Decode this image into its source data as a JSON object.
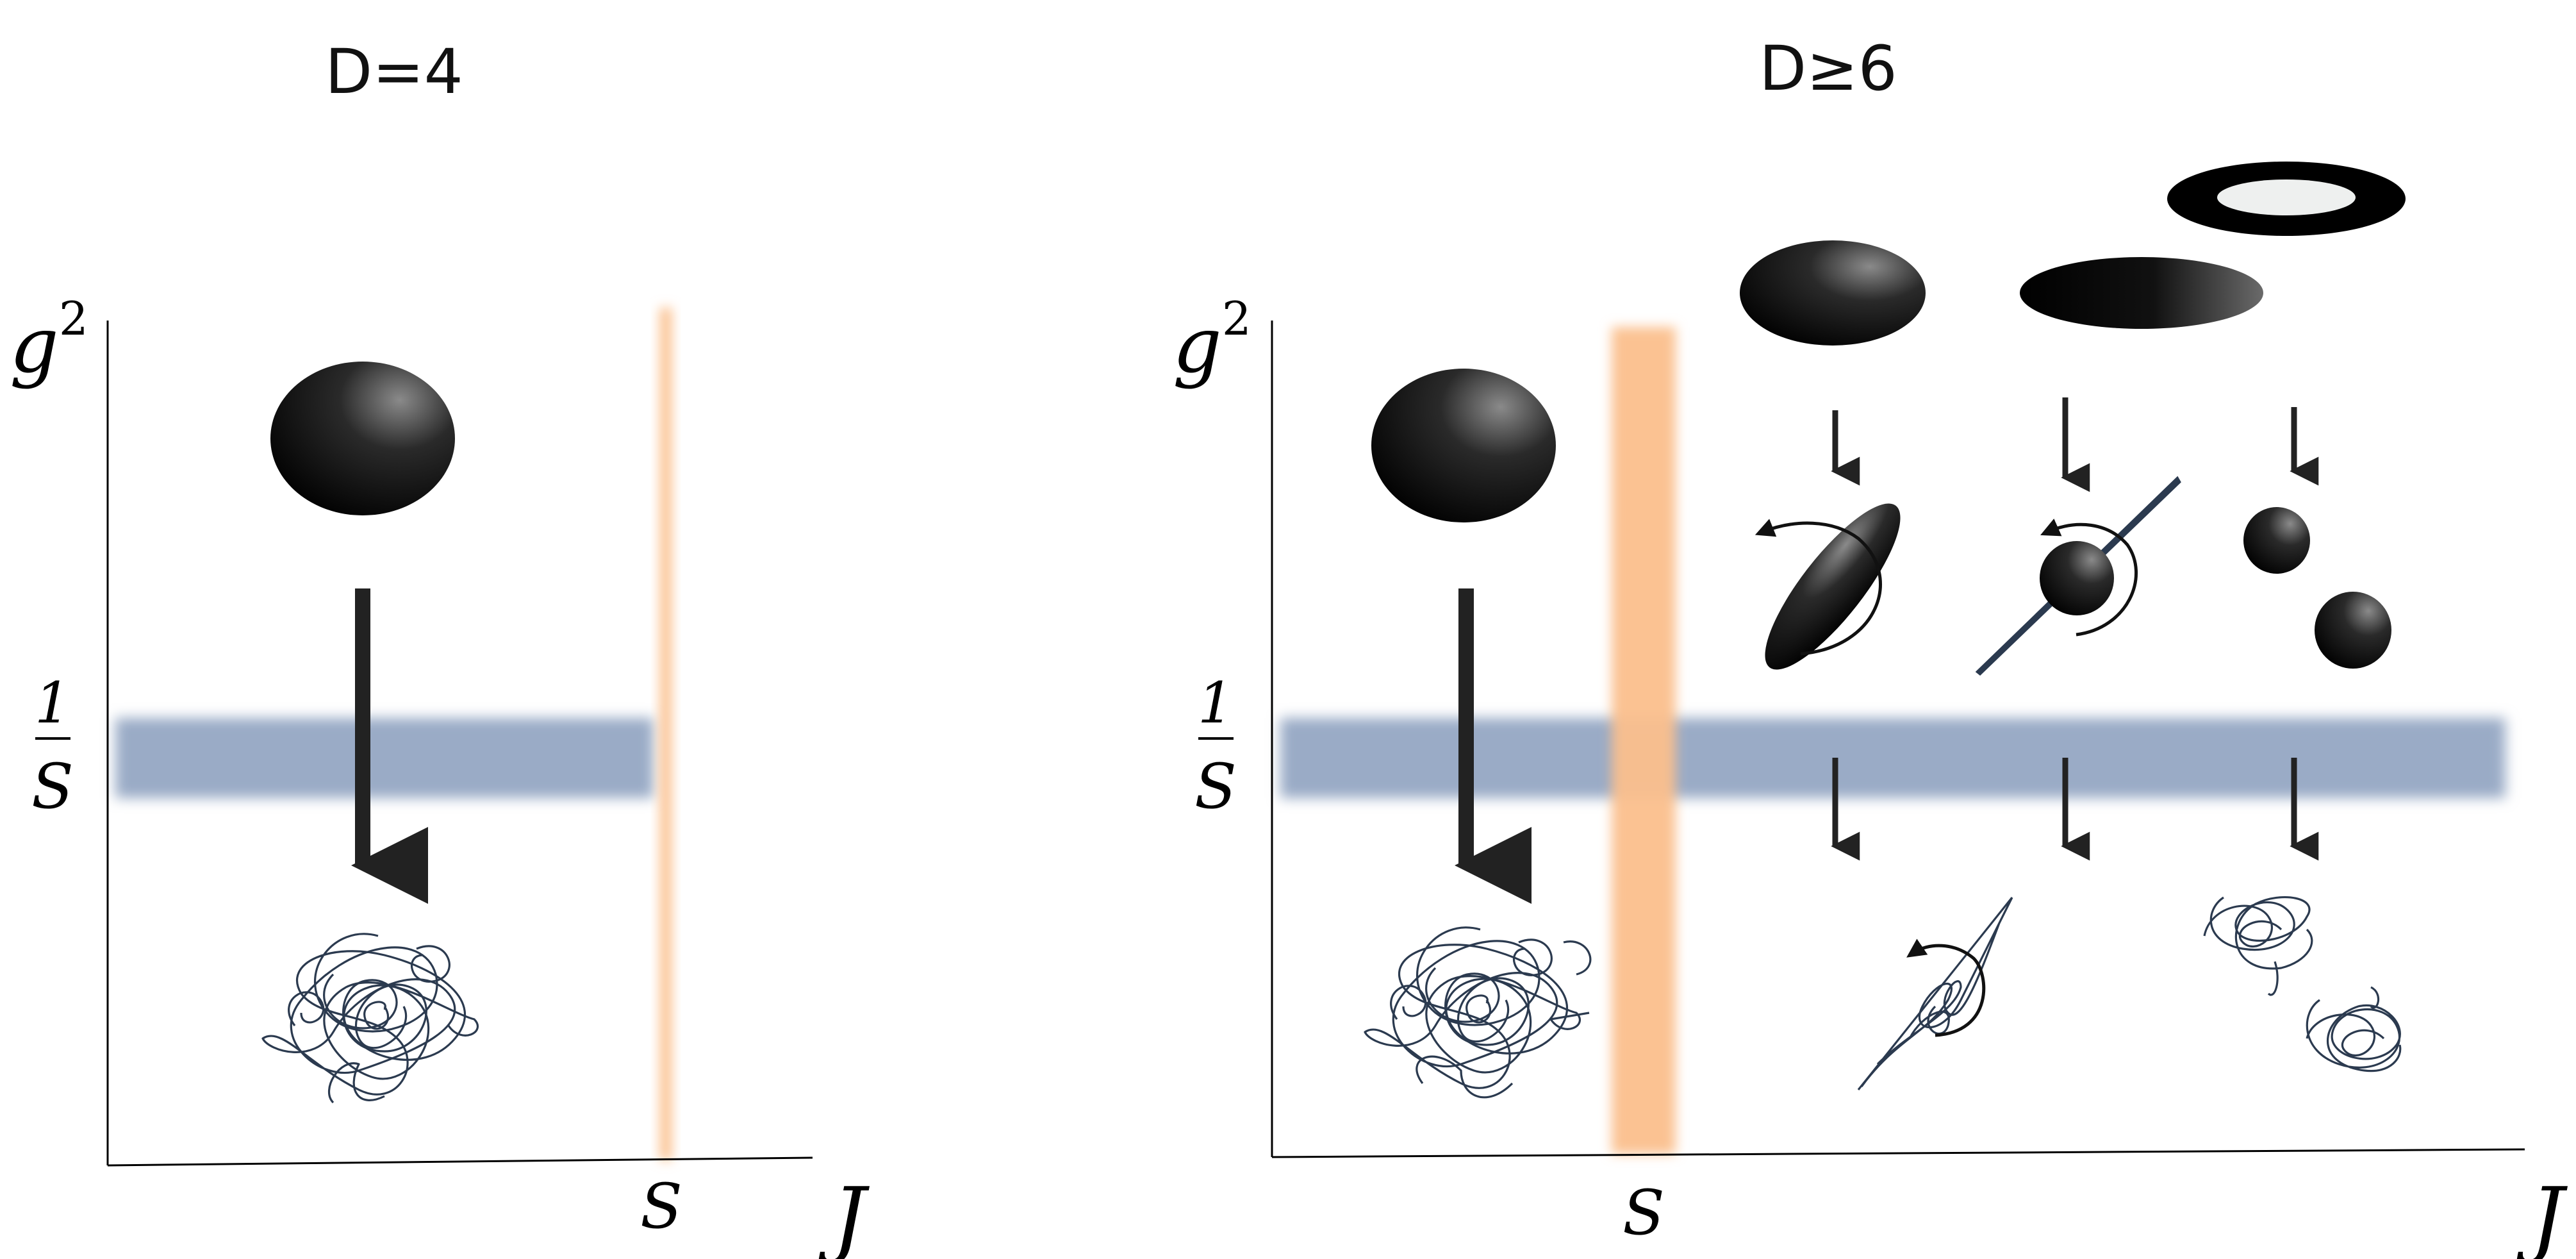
{
  "panels": [
    {
      "title": "D=4",
      "y_label": {
        "base": "g",
        "exp": "2"
      },
      "y_level_label": {
        "numerator": "1",
        "denominator": "S"
      },
      "x_axis_label": "J",
      "x_level_label": "S"
    },
    {
      "title": "D≥6",
      "y_label": {
        "base": "g",
        "exp": "2"
      },
      "y_level_label": {
        "numerator": "1",
        "denominator": "S"
      },
      "x_axis_label": "J",
      "x_level_label": "S"
    }
  ],
  "colors": {
    "horizontal_band": "#9aabc6",
    "vertical_band": "#fbbf8c",
    "blob": "#000000",
    "string_coil": "#2b3a4f",
    "arrow": "#222222"
  }
}
